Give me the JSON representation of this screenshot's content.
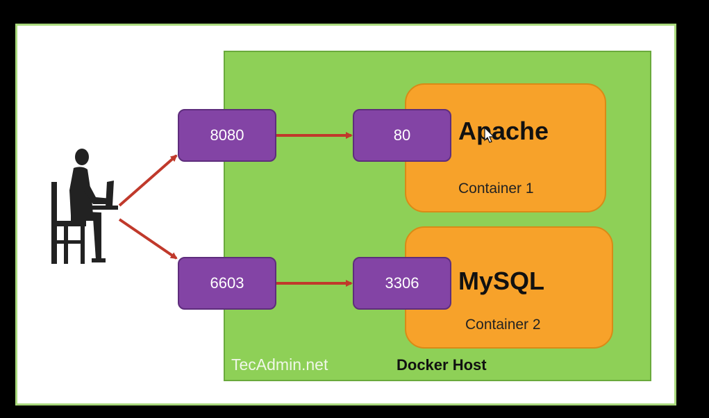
{
  "diagram": {
    "ports": {
      "host_web": "8080",
      "host_db": "6603",
      "container_web": "80",
      "container_db": "3306"
    },
    "containers": [
      {
        "app": "Apache",
        "label": "Container 1"
      },
      {
        "app": "MySQL",
        "label": "Container 2"
      }
    ],
    "host_label": "Docker Host",
    "watermark": "TecAdmin.net",
    "icons": [
      "user-at-laptop-icon",
      "mouse-cursor-icon"
    ],
    "colors": {
      "host": "#8ed057",
      "container": "#f7a22a",
      "port": "#8344a5",
      "arrow": "#c0392b"
    }
  }
}
